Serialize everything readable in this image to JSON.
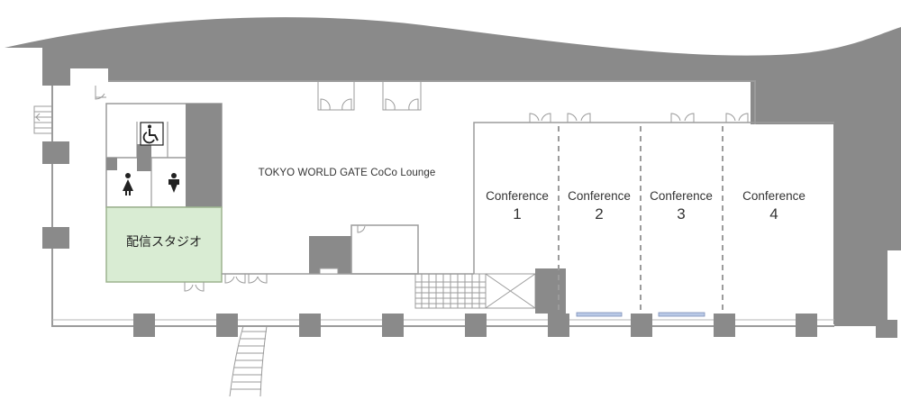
{
  "floor": {
    "lounge_label": "TOKYO WORLD GATE CoCo Lounge",
    "studio_label": "配信スタジオ",
    "conference_rooms": [
      {
        "name": "Conference",
        "number": "1"
      },
      {
        "name": "Conference",
        "number": "2"
      },
      {
        "name": "Conference",
        "number": "3"
      },
      {
        "name": "Conference",
        "number": "4"
      }
    ]
  },
  "colors": {
    "wall": "#8a8a8a",
    "room_line": "#9b9b9b",
    "studio_fill": "#d9ecd3",
    "studio_border": "#9db48f",
    "window_strip": "#b9c9e6",
    "icon": "#222222"
  },
  "icons": [
    "wheelchair-icon",
    "female-restroom-icon",
    "male-restroom-icon"
  ]
}
